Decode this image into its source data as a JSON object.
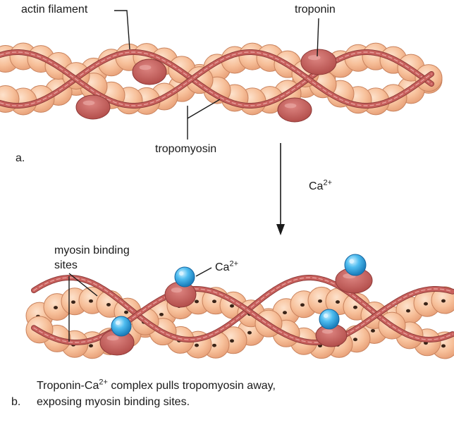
{
  "panel_a": {
    "letter": "a.",
    "labels": {
      "actin_filament": "actin filament",
      "troponin": "troponin",
      "tropomyosin": "tropomyosin"
    }
  },
  "arrow": {
    "ion": "Ca",
    "charge": "2+"
  },
  "panel_b": {
    "letter": "b.",
    "labels": {
      "myosin_binding_sites_line1": "myosin binding",
      "myosin_binding_sites_line2": "sites",
      "ion": "Ca",
      "charge": "2+"
    },
    "caption": {
      "line1_pre": "Troponin-Ca",
      "line1_sup": "2+",
      "line1_post": " complex pulls tropomyosin away,",
      "line2": "exposing myosin binding sites."
    }
  },
  "colors": {
    "actin_bead": "#f7c09a",
    "actin_bead_edge": "#c9835e",
    "binding_site": "#3a2418",
    "tropomyosin": "#c8605d",
    "tropomyosin_edge": "#8f3a38",
    "troponin": "#c55d5a",
    "calcium": "#33a9e0",
    "calcium_highlight": "#d8f3ff"
  }
}
